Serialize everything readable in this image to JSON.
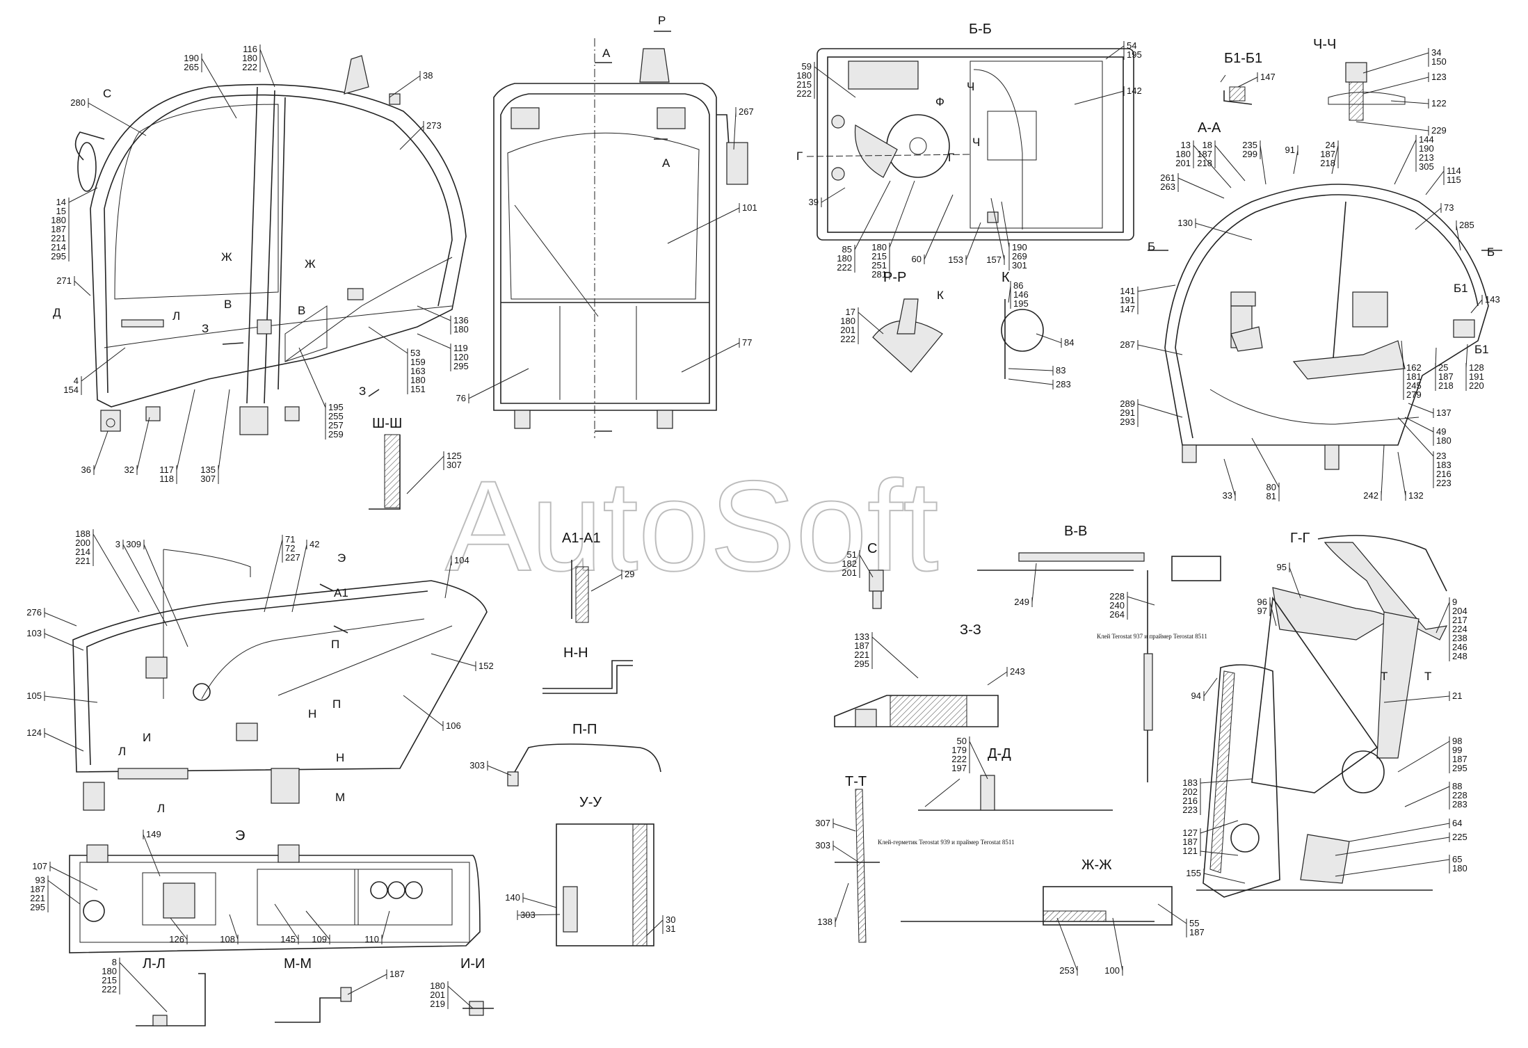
{
  "watermark": "AutoSoft",
  "sections": {
    "aa": "А-А",
    "bb": "Б-Б",
    "b1b1": "Б1-Б1",
    "chch": "Ч-Ч",
    "rr": "Р-Р",
    "k": "К",
    "shsh": "Ш-Ш",
    "a1a1": "А1-А1",
    "c": "С",
    "nn": "Н-Н",
    "pp": "П-П",
    "vv": "В-В",
    "zz": "З-З",
    "gg": "Г-Г",
    "dd": "Д-Д",
    "uu": "У-У",
    "tt": "Т-Т",
    "zhzh": "Ж-Ж",
    "e": "Э",
    "ll": "Л-Л",
    "mm": "М-М",
    "ii": "И-И"
  },
  "notes": {
    "glue1": "Клей Terostat 937 и праймер Terostat 8511",
    "glue2": "Клей-герметик Terostat 939 и праймер Terostat 8511"
  },
  "markers": [
    "А",
    "А",
    "Р",
    "Ж",
    "Ж",
    "В",
    "В",
    "З",
    "З",
    "Д",
    "Л",
    "С",
    "Ф",
    "Г",
    "Г",
    "Ч",
    "Ч",
    "К",
    "Б",
    "Б",
    "Б1",
    "Б1",
    "Э",
    "А1",
    "П",
    "П",
    "И",
    "Л",
    "Л",
    "М",
    "Н",
    "Н",
    "Т",
    "Т"
  ],
  "callouts": {
    "c190": "190\n265",
    "c116": "116\n180\n222",
    "c38": "38",
    "c280": "280",
    "c273": "273",
    "c14": "14\n15\n180\n187\n221\n214\n295",
    "c271": "271",
    "c4": "4\n154",
    "c136": "136\n180",
    "c119": "119\n120\n295",
    "c53": "53\n159\n163\n180\n151",
    "c195": "195\n255\n257\n259",
    "c36": "36",
    "c32": "32",
    "c117": "117\n118",
    "c135": "135\n307",
    "c267": "267",
    "c101": "101",
    "c76": "76",
    "c77": "77",
    "c125": "125\n307",
    "c59": "59\n180\n215\n222",
    "c54": "54\n195",
    "c142": "142",
    "c39": "39",
    "c85": "85\n180\n222",
    "c180b": "180\n215\n251\n281",
    "c60": "60",
    "c153": "153",
    "c157": "157",
    "c190b": "190\n269\n301",
    "c17": "17\n180\n201\n222",
    "c86": "86\n146\n195",
    "c84": "84",
    "c83": "83",
    "c283": "283",
    "c147a": "147",
    "c34": "34\n150",
    "c123": "123",
    "c122": "122",
    "c229": "229",
    "c13": "13\n180\n201",
    "c18": "18\n187\n218",
    "c235": "235\n299",
    "c91": "91",
    "c24": "24\n187\n218",
    "c144": "144\n190\n213\n305",
    "c114": "114\n115",
    "c261": "261\n263",
    "c130": "130",
    "c73": "73",
    "c285": "285",
    "c141": "141\n191\n147",
    "c143": "143",
    "c287": "287",
    "c162": "162\n181\n245\n279",
    "c25": "25\n187\n218",
    "c128": "128\n191\n220",
    "c137": "137",
    "c49": "49\n180",
    "c289": "289\n291\n293",
    "c23": "23\n183\n216\n223",
    "c33": "33",
    "c80": "80\n81",
    "c242": "242",
    "c132": "132",
    "c188": "188\n200\n214\n221",
    "c3": "3",
    "c309": "309",
    "c71": "71\n72\n227",
    "c42": "42",
    "c104": "104",
    "c276": "276",
    "c103": "103",
    "c152": "152",
    "c105": "105",
    "c106": "106",
    "c124": "124",
    "c29": "29",
    "c51": "51\n182\n201",
    "c249": "249",
    "c228": "228\n240\n264",
    "c133": "133\n187\n221\n295",
    "c243": "243",
    "c303a": "303",
    "c95": "95",
    "c96": "96\n97",
    "c9": "9\n204\n217\n224\n238\n246\n248",
    "c94": "94",
    "c21": "21",
    "c98": "98\n99\n187\n295",
    "c88": "88\n228\n283",
    "c183": "183\n202\n216\n223",
    "c127": "127\n187",
    "c121": "121",
    "c64": "64",
    "c225": "225",
    "c155": "155",
    "c65": "65\n180",
    "c50": "50\n179\n222\n197",
    "c307": "307",
    "c303b": "303",
    "c138": "138",
    "c140": "140",
    "c303c": "303",
    "c30": "30\n31",
    "c55": "55\n187",
    "c253": "253",
    "c100": "100",
    "c107": "107",
    "c93": "93\n187\n221\n295",
    "c149": "149",
    "c126": "126",
    "c108": "108",
    "c145": "145",
    "c109": "109",
    "c110": "110",
    "c8": "8\n180\n215\n222",
    "c187b": "187",
    "c180c": "180\n201\n219"
  }
}
